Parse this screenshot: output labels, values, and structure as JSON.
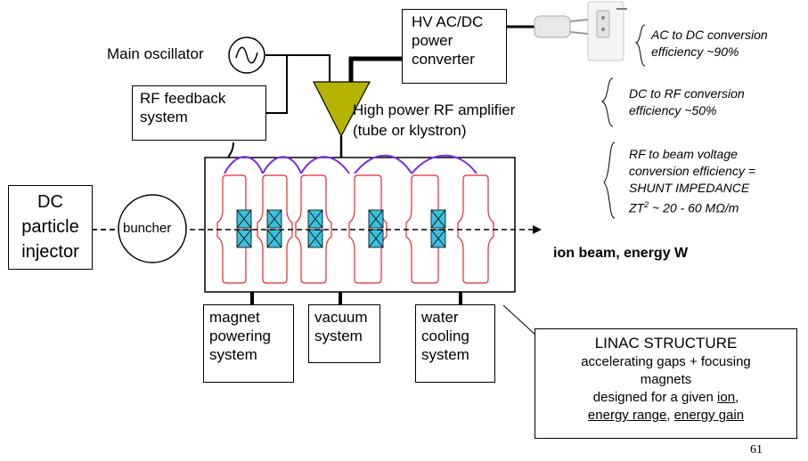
{
  "labels": {
    "main_oscillator": "Main oscillator",
    "hv_line1": "HV AC/DC",
    "hv_line2": "power",
    "hv_line3": "converter",
    "rf_feedback_line1": "RF feedback",
    "rf_feedback_line2": "system",
    "amp_line1": "High power RF amplifier",
    "amp_line2": "(tube or klystron)",
    "dc_line1": "DC",
    "dc_line2": "particle",
    "dc_line3": "injector",
    "buncher": "buncher",
    "ion_beam": "ion beam, energy W",
    "magnet_line1": "magnet",
    "magnet_line2": "powering",
    "magnet_line3": "system",
    "vacuum_line1": "vacuum",
    "vacuum_line2": "system",
    "water_line1": "water",
    "water_line2": "cooling",
    "water_line3": "system",
    "page_number": "61"
  },
  "efficiency": {
    "ac_dc_line1": "AC to DC conversion",
    "ac_dc_line2": "efficiency ~90%",
    "dc_rf_line1": "DC to RF conversion",
    "dc_rf_line2": "efficiency ~50%",
    "rf_beam_line1": "RF to beam voltage",
    "rf_beam_line2": "conversion efficiency =",
    "rf_beam_line3": "SHUNT IMPEDANCE",
    "rf_beam_line4_a": "ZT",
    "rf_beam_line4_sup": "2",
    "rf_beam_line4_b": " ~ 20 - 60 MΩ/m"
  },
  "linac": {
    "title": "LINAC STRUCTURE",
    "line1": "accelerating gaps + focusing",
    "line2": "magnets",
    "line3_a": "designed for a given ",
    "line3_u": "ion",
    "line3_b": ",",
    "line4_u1": "energy range",
    "line4_sep": ", ",
    "line4_u2": "energy gain"
  },
  "colors": {
    "cavity_outline": "#e8282a",
    "rf_loop": "#7b2be0",
    "quadrupole_fill": "#3cc1df",
    "amplifier_fill": "#b4b400",
    "beam_arrow": "#000000"
  },
  "icons": {
    "oscillator": "sine-wave-icon",
    "power_plug": "power-plug-icon"
  }
}
